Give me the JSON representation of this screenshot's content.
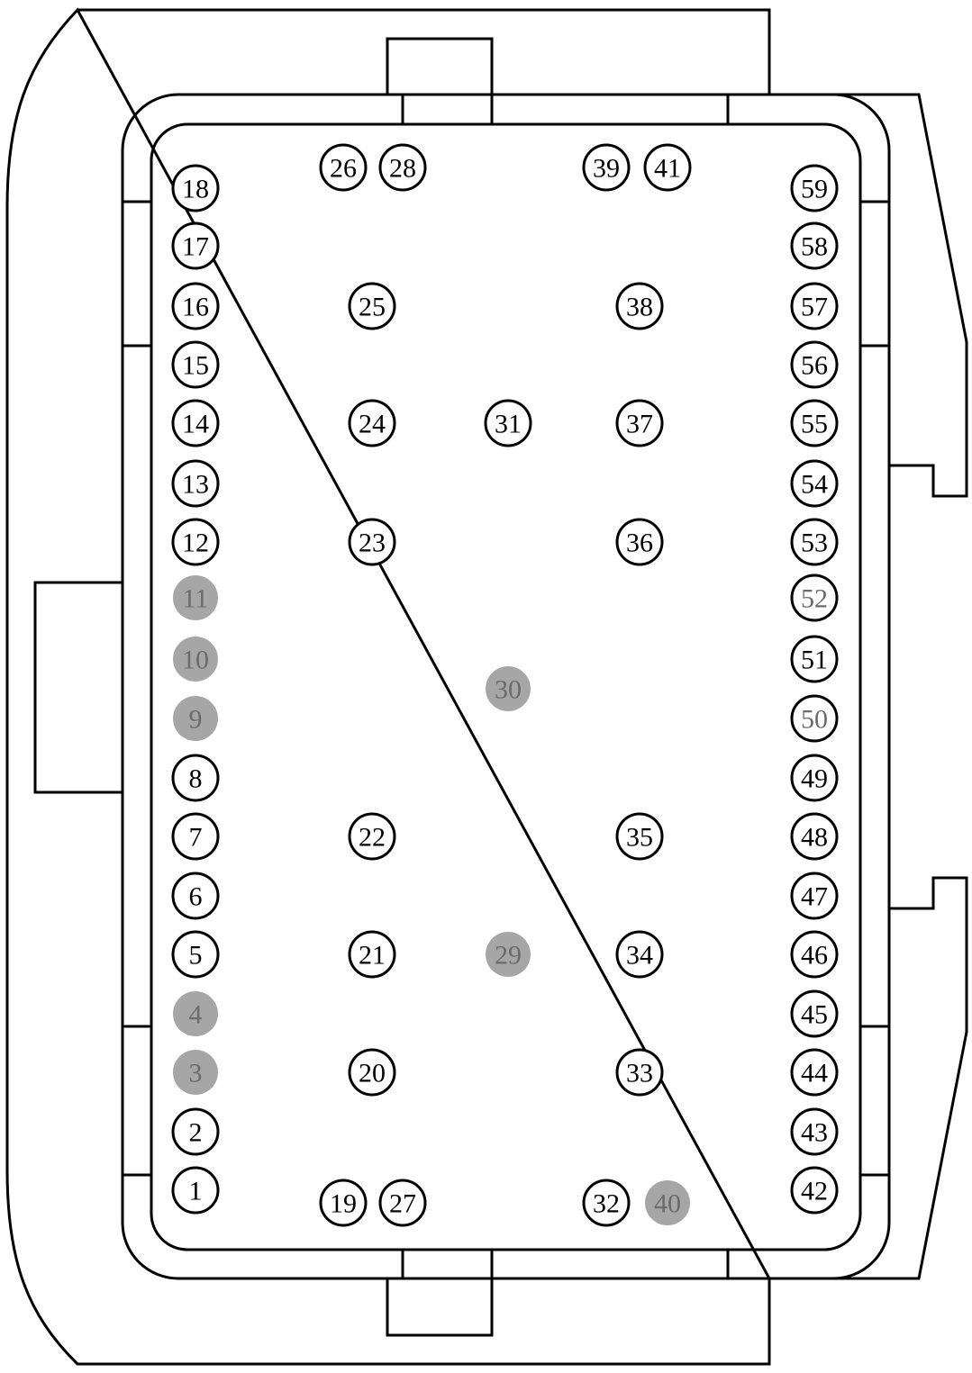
{
  "colors": {
    "stroke": "#000000",
    "background": "#ffffff",
    "inactive_fill": "#a6a6a6",
    "inactive_text": "#6b6b6b"
  },
  "pins": [
    {
      "label": "1",
      "state": "active"
    },
    {
      "label": "2",
      "state": "active"
    },
    {
      "label": "3",
      "state": "inactive"
    },
    {
      "label": "4",
      "state": "inactive"
    },
    {
      "label": "5",
      "state": "active"
    },
    {
      "label": "6",
      "state": "active"
    },
    {
      "label": "7",
      "state": "active"
    },
    {
      "label": "8",
      "state": "active"
    },
    {
      "label": "9",
      "state": "inactive"
    },
    {
      "label": "10",
      "state": "inactive"
    },
    {
      "label": "11",
      "state": "inactive"
    },
    {
      "label": "12",
      "state": "active"
    },
    {
      "label": "13",
      "state": "active"
    },
    {
      "label": "14",
      "state": "active"
    },
    {
      "label": "15",
      "state": "active"
    },
    {
      "label": "16",
      "state": "active"
    },
    {
      "label": "17",
      "state": "active"
    },
    {
      "label": "18",
      "state": "active"
    },
    {
      "label": "19",
      "state": "active"
    },
    {
      "label": "20",
      "state": "active"
    },
    {
      "label": "21",
      "state": "active"
    },
    {
      "label": "22",
      "state": "active"
    },
    {
      "label": "23",
      "state": "active"
    },
    {
      "label": "24",
      "state": "active"
    },
    {
      "label": "25",
      "state": "active"
    },
    {
      "label": "26",
      "state": "active"
    },
    {
      "label": "27",
      "state": "active"
    },
    {
      "label": "28",
      "state": "active"
    },
    {
      "label": "29",
      "state": "inactive"
    },
    {
      "label": "30",
      "state": "inactive"
    },
    {
      "label": "31",
      "state": "active"
    },
    {
      "label": "32",
      "state": "active"
    },
    {
      "label": "33",
      "state": "active"
    },
    {
      "label": "34",
      "state": "active"
    },
    {
      "label": "35",
      "state": "active"
    },
    {
      "label": "36",
      "state": "active"
    },
    {
      "label": "37",
      "state": "active"
    },
    {
      "label": "38",
      "state": "active"
    },
    {
      "label": "39",
      "state": "active"
    },
    {
      "label": "40",
      "state": "inactive"
    },
    {
      "label": "41",
      "state": "active"
    },
    {
      "label": "42",
      "state": "active"
    },
    {
      "label": "43",
      "state": "active"
    },
    {
      "label": "44",
      "state": "active"
    },
    {
      "label": "45",
      "state": "active"
    },
    {
      "label": "46",
      "state": "active"
    },
    {
      "label": "47",
      "state": "active"
    },
    {
      "label": "48",
      "state": "active"
    },
    {
      "label": "49",
      "state": "active"
    },
    {
      "label": "50",
      "state": "outline-gray"
    },
    {
      "label": "51",
      "state": "active"
    },
    {
      "label": "52",
      "state": "outline-gray"
    },
    {
      "label": "53",
      "state": "active"
    },
    {
      "label": "54",
      "state": "active"
    },
    {
      "label": "55",
      "state": "active"
    },
    {
      "label": "56",
      "state": "active"
    },
    {
      "label": "57",
      "state": "active"
    },
    {
      "label": "58",
      "state": "active"
    },
    {
      "label": "59",
      "state": "active"
    }
  ]
}
